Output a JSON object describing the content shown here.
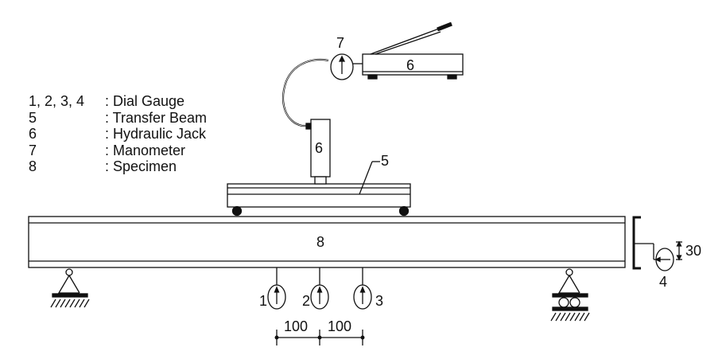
{
  "legend": [
    {
      "ids": "1, 2, 3, 4",
      "text": ": Dial Gauge"
    },
    {
      "ids": "5",
      "text": ": Transfer Beam"
    },
    {
      "ids": "6",
      "text": ": Hydraulic Jack"
    },
    {
      "ids": "7",
      "text": ": Manometer"
    },
    {
      "ids": "8",
      "text": ": Specimen"
    }
  ],
  "labels": {
    "manometer": "7",
    "jack_pump": "6",
    "jack_cylinder": "6",
    "transfer_beam": "5",
    "specimen": "8",
    "gauge_1": "1",
    "gauge_2": "2",
    "gauge_3": "3",
    "gauge_4": "4",
    "offset_dim": "30",
    "spacing_left": "100",
    "spacing_right": "100"
  }
}
